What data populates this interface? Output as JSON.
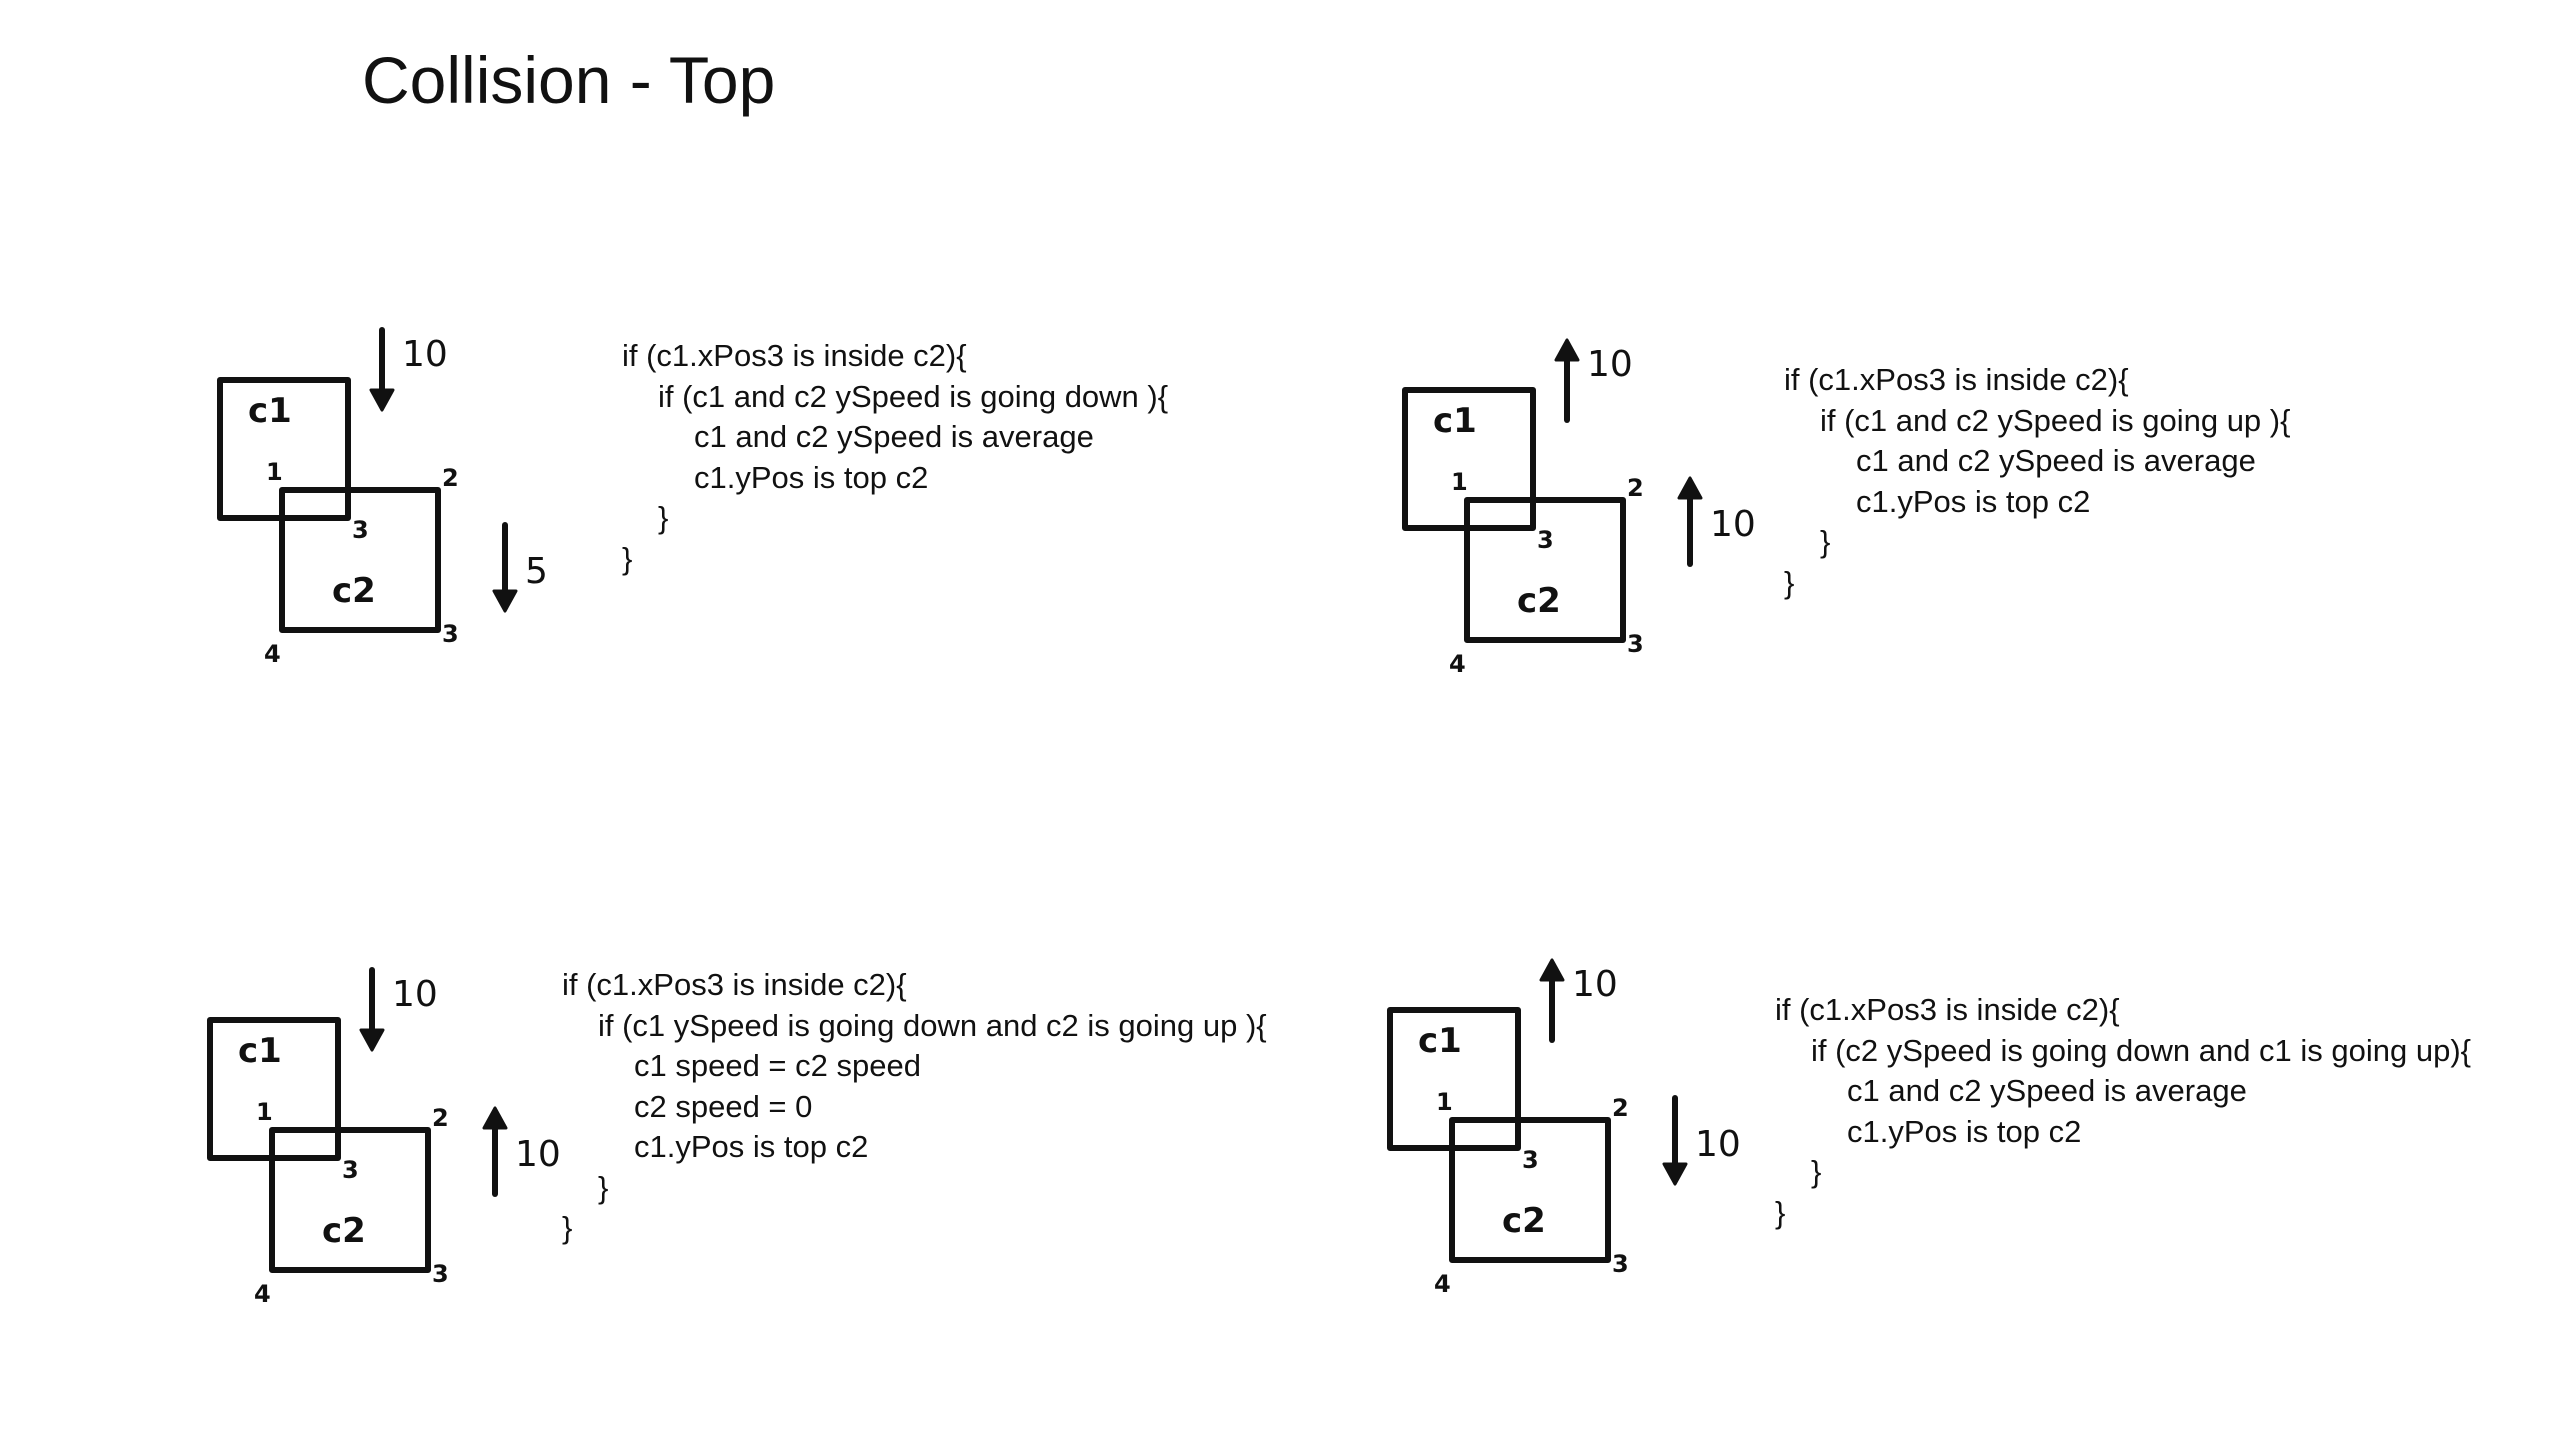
{
  "title": "Collision - Top",
  "labels": {
    "box1": "c1",
    "box2": "c2",
    "corner1": "1",
    "corner2": "2",
    "corner3": "3",
    "corner4": "4"
  },
  "scenarios": [
    {
      "arrows": [
        {
          "box": "c1",
          "direction": "down",
          "speed": "10"
        },
        {
          "box": "c2",
          "direction": "down",
          "speed": "5"
        }
      ],
      "code": [
        {
          "indent": 0,
          "text": "if (c1.xPos3 is inside c2){"
        },
        {
          "indent": 1,
          "text": "if (c1 and c2 ySpeed is going down ){"
        },
        {
          "indent": 2,
          "text": "c1 and c2 ySpeed is average"
        },
        {
          "indent": 2,
          "text": "c1.yPos is top c2"
        },
        {
          "indent": 1,
          "text": "}"
        },
        {
          "indent": 0,
          "text": "}"
        }
      ]
    },
    {
      "arrows": [
        {
          "box": "c1",
          "direction": "up",
          "speed": "10"
        },
        {
          "box": "c2",
          "direction": "up",
          "speed": "10"
        }
      ],
      "code": [
        {
          "indent": 0,
          "text": "if (c1.xPos3 is inside c2){"
        },
        {
          "indent": 1,
          "text": "if (c1 and c2 ySpeed is going up ){"
        },
        {
          "indent": 2,
          "text": "c1 and c2 ySpeed is average"
        },
        {
          "indent": 2,
          "text": "c1.yPos is top c2"
        },
        {
          "indent": 1,
          "text": "}"
        },
        {
          "indent": 0,
          "text": "}"
        }
      ]
    },
    {
      "arrows": [
        {
          "box": "c1",
          "direction": "down",
          "speed": "10"
        },
        {
          "box": "c2",
          "direction": "up",
          "speed": "10"
        }
      ],
      "code": [
        {
          "indent": 0,
          "text": "if (c1.xPos3 is inside c2){"
        },
        {
          "indent": 1,
          "text": "if (c1 ySpeed is going down and c2 is going up ){"
        },
        {
          "indent": 2,
          "text": "c1 speed = c2 speed"
        },
        {
          "indent": 2,
          "text": "c2 speed = 0"
        },
        {
          "indent": 2,
          "text": "c1.yPos is top c2"
        },
        {
          "indent": 1,
          "text": "}"
        },
        {
          "indent": 0,
          "text": "}"
        }
      ]
    },
    {
      "arrows": [
        {
          "box": "c1",
          "direction": "up",
          "speed": "10"
        },
        {
          "box": "c2",
          "direction": "down",
          "speed": "10"
        }
      ],
      "code": [
        {
          "indent": 0,
          "text": "if (c1.xPos3 is inside c2){"
        },
        {
          "indent": 1,
          "text": "if (c2 ySpeed is going down and c1 is going up){"
        },
        {
          "indent": 2,
          "text": "c1 and c2 ySpeed is average"
        },
        {
          "indent": 2,
          "text": "c1.yPos is top c2"
        },
        {
          "indent": 1,
          "text": "}"
        },
        {
          "indent": 0,
          "text": "}"
        }
      ]
    }
  ]
}
